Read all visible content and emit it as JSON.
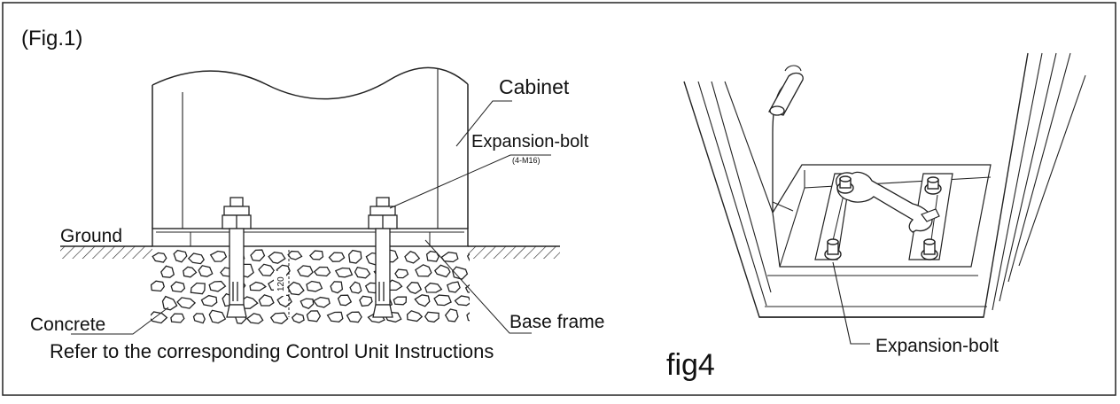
{
  "fig1": {
    "label": "(Fig.1)",
    "cabinet_label": "Cabinet",
    "bolt_label": "Expansion-bolt",
    "bolt_spec": "(4-M16)",
    "ground_label": "Ground",
    "concrete_label": "Concrete",
    "base_frame_label": "Base frame",
    "dimension_mark": "120",
    "caption": "Refer to the corresponding Control Unit Instructions"
  },
  "fig4": {
    "label": "fig4",
    "bolt_label": "Expansion-bolt"
  }
}
